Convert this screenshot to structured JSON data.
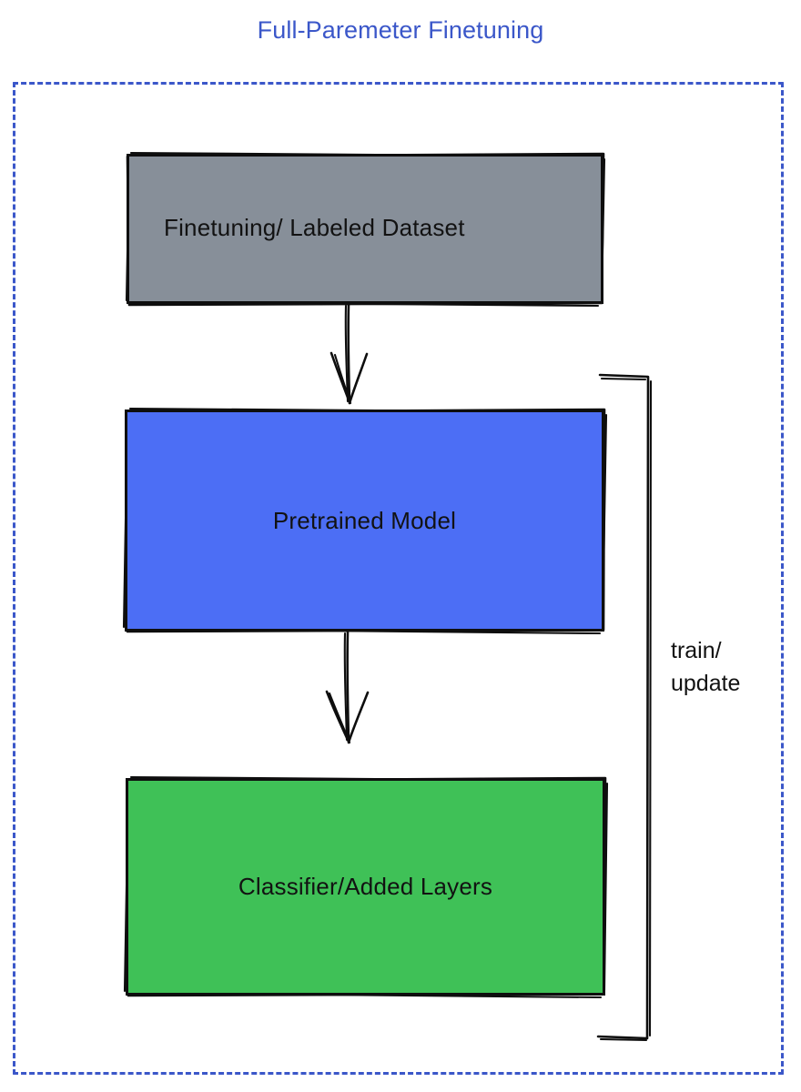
{
  "title": "Full-Paremeter Finetuning",
  "colors": {
    "title": "#3b57c9",
    "frame_border": "#3b57c9",
    "dataset_fill": "#878f99",
    "pretrained_fill": "#4c6ef5",
    "classifier_fill": "#3fc157",
    "stroke": "#0e0e0e",
    "background": "#ffffff",
    "text": "#121212"
  },
  "diagram": {
    "nodes": [
      {
        "id": "dataset",
        "label": "Finetuning/ Labeled Dataset",
        "fill": "#878f99"
      },
      {
        "id": "pretrained",
        "label": "Pretrained Model",
        "fill": "#4c6ef5"
      },
      {
        "id": "classifier",
        "label": "Classifier/Added Layers",
        "fill": "#3fc157"
      }
    ],
    "edges": [
      {
        "id": "dataset-to-pretrained",
        "from": "dataset",
        "to": "pretrained",
        "label": "",
        "arrow": true
      },
      {
        "id": "pretrained-to-classifier",
        "from": "pretrained",
        "to": "classifier",
        "label": "",
        "arrow": true
      },
      {
        "id": "feedback-bracket",
        "from": "classifier",
        "to": "pretrained",
        "label": "train/\nupdate",
        "arrow": false
      }
    ],
    "edge_labels": {
      "train_update": "train/\nupdate"
    }
  }
}
